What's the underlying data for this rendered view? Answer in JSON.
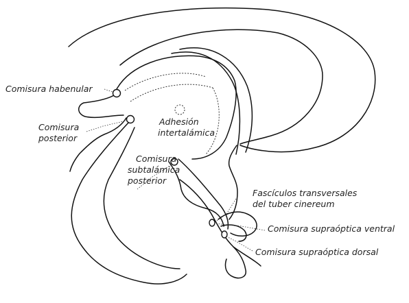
{
  "labels": {
    "habenular": "Comisura habenular",
    "posterior_1": "Comisura",
    "posterior_2": "posterior",
    "adhesion_1": "Adhesión",
    "adhesion_2": "intertalámica",
    "subtalamica_1": "Comisura",
    "subtalamica_2": "subtalámica",
    "subtalamica_3": "posterior",
    "fasciculos_1": "Fascículos transversales",
    "fasciculos_2": "del tuber cinereum",
    "supraoptica_ventral": "Comisura supraóptica ventral",
    "supraoptica_dorsal": "Comisura supraóptica dorsal"
  }
}
